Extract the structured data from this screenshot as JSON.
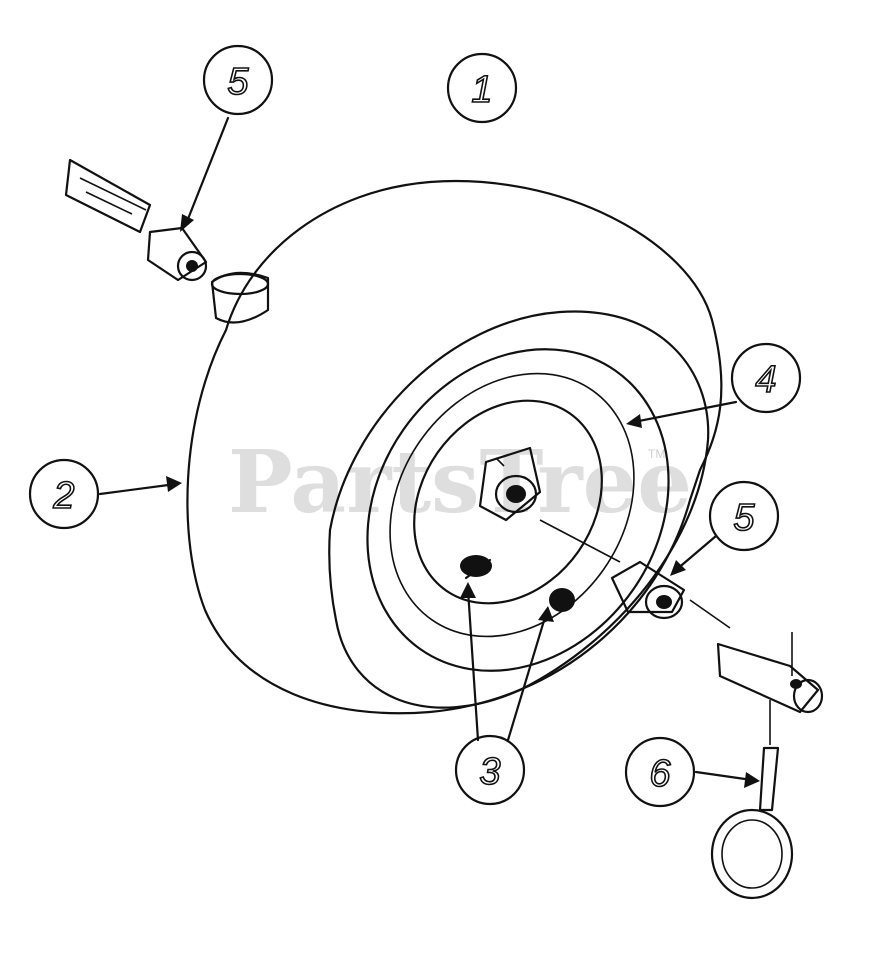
{
  "watermark": {
    "text": "PartsTree",
    "tm": "TM",
    "color": "#d9d9d9"
  },
  "callouts": [
    {
      "id": "callout-5-top",
      "label": "5",
      "part": "spacer (axle end)"
    },
    {
      "id": "callout-1",
      "label": "1",
      "part": "wheel assembly"
    },
    {
      "id": "callout-4",
      "label": "4",
      "part": "rim"
    },
    {
      "id": "callout-2",
      "label": "2",
      "part": "tire"
    },
    {
      "id": "callout-5-right",
      "label": "5",
      "part": "spacer (axle end)"
    },
    {
      "id": "callout-3",
      "label": "3",
      "part": "valve / fittings"
    },
    {
      "id": "callout-6",
      "label": "6",
      "part": "hitch pin"
    }
  ],
  "colors": {
    "line": "#111111",
    "background": "#ffffff"
  }
}
